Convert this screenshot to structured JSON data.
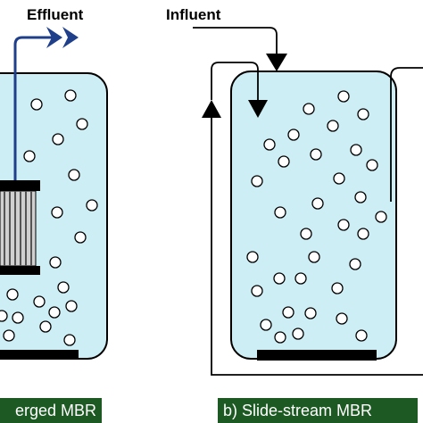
{
  "labels": {
    "effluent": "Effluent",
    "influent": "Influent",
    "caption_a": "erged MBR",
    "caption_b": "b) Slide-stream MBR"
  },
  "colors": {
    "tank_fill": "#cdeef4",
    "outline": "#000000",
    "effluent_arrow": "#1f3f8a",
    "caption_bg": "#1d5a23",
    "caption_text": "#ffffff",
    "membrane_fill": "#d0d0d0",
    "bubble_fill": "#ffffff"
  },
  "icons": {
    "effluent_arrow": "double-chevron-right",
    "influent_arrow": "arrow-down",
    "recirculation_arrow": "arrow-up",
    "bubble": "circle",
    "aerator": "black-bar",
    "membrane_module": "striped-cylinder"
  }
}
